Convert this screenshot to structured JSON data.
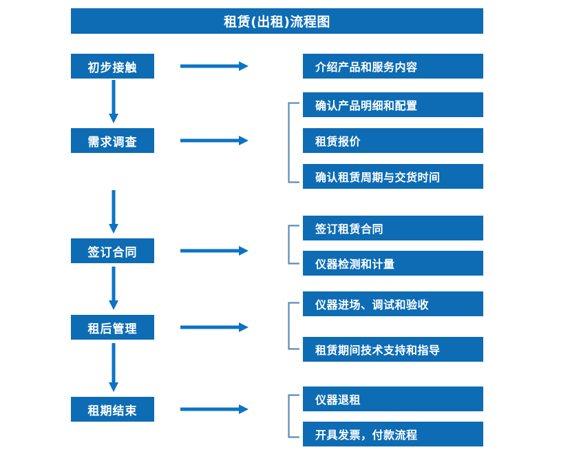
{
  "diagram": {
    "title": "租赁(出租)流程图",
    "colors": {
      "box_fill": "#0d6cb4",
      "box_text": "#ffffff",
      "arrow": "#0b74c4",
      "bracket": "#5b8db8",
      "background": "#ffffff"
    },
    "stages": [
      {
        "label": "初步接触"
      },
      {
        "label": "需求调查"
      },
      {
        "label": "签订合同"
      },
      {
        "label": "租后管理"
      },
      {
        "label": "租期结束"
      }
    ],
    "details": [
      {
        "label": "介绍产品和服务内容"
      },
      {
        "label": "确认产品明细和配置"
      },
      {
        "label": "租赁报价"
      },
      {
        "label": "确认租赁周期与交货时间"
      },
      {
        "label": "签订租赁合同"
      },
      {
        "label": "仪器检测和计量"
      },
      {
        "label": "仪器进场、调试和验收"
      },
      {
        "label": "租赁期间技术支持和指导"
      },
      {
        "label": "仪器退租"
      },
      {
        "label": "开具发票，付款流程"
      }
    ],
    "flow_arrows": {
      "horizontal_count": 5,
      "vertical_count": 4,
      "direction": "down-and-right"
    },
    "brackets": {
      "count": 4,
      "description": "左侧方括号将右栏明细框按阶段分组"
    }
  }
}
